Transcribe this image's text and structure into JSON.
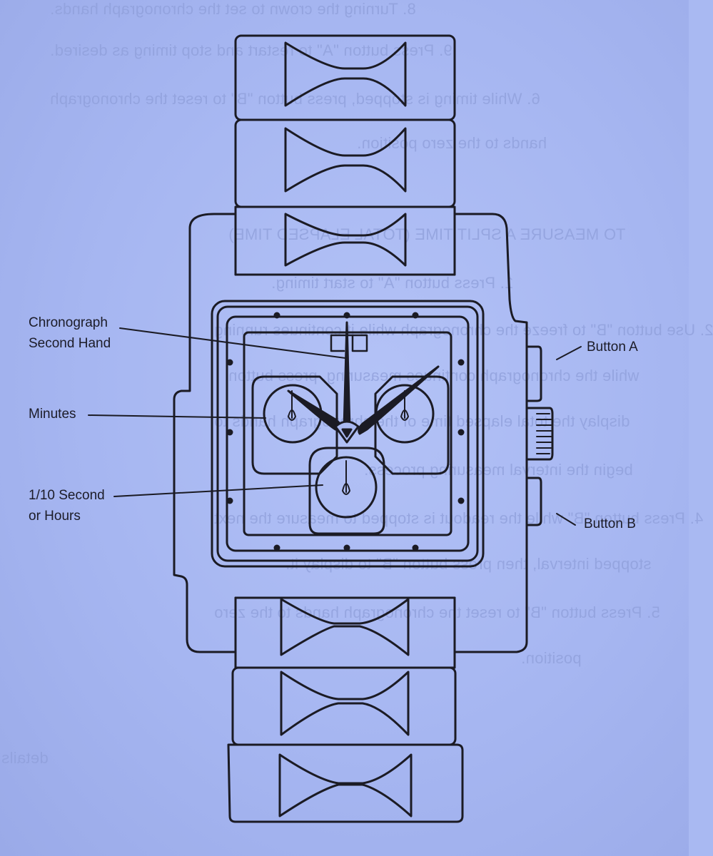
{
  "diagram": {
    "labels": {
      "chronograph_second_hand": [
        "Chronograph",
        "Second Hand"
      ],
      "minutes": [
        "Minutes"
      ],
      "tenth_second_hours": [
        "1/10 Second",
        "or Hours"
      ],
      "button_a": [
        "Button A"
      ],
      "button_b": [
        "Button B"
      ]
    },
    "show_through_text": {
      "lines": [
        "8. Turning the crown to set the chronograph hands.",
        "9. Press button \"A\" to restart and stop timing as desired.",
        "6. While timing is stopped, press button \"B\" to reset the chronograph",
        "hands to the zero position.",
        "TO MEASURE A SPLIT TIME (TOTAL ELAPSED TIME)",
        "1. Press button \"A\" to start timing.",
        "2. Use button \"B\" to freeze the chronograph while it continues running",
        "while the chronograph continues measuring, press button",
        "display the total elapsed time of the chronograph hands to",
        "begin the interval measuring process.",
        "4. Press button \"B\" while the readout is stopped to measure the next",
        "stopped interval, then press button \"B\" to display it.",
        "5. Press button \"B\" to reset the chronograph hands to the zero",
        "position.",
        "details"
      ]
    },
    "colors": {
      "background": "#a9b9f2",
      "line": "#1b1b24",
      "show_through": "#8f9fda"
    }
  }
}
